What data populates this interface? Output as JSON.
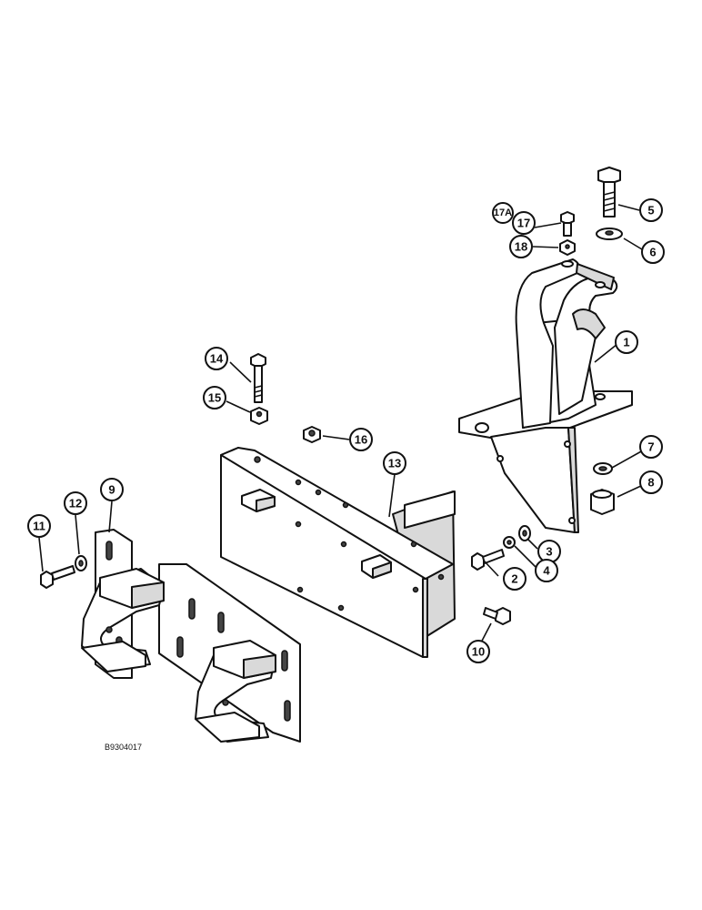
{
  "figure_code": "B9304017",
  "callouts": [
    {
      "label": "1",
      "target": "hitch-bracket"
    },
    {
      "label": "2",
      "target": "bolt"
    },
    {
      "label": "3",
      "target": "washer"
    },
    {
      "label": "4",
      "target": "lock-washer"
    },
    {
      "label": "5",
      "target": "bolt"
    },
    {
      "label": "6",
      "target": "washer"
    },
    {
      "label": "7",
      "target": "lock-washer"
    },
    {
      "label": "8",
      "target": "nut"
    },
    {
      "label": "9",
      "target": "tie-down-bracket"
    },
    {
      "label": "10",
      "target": "bolt"
    },
    {
      "label": "11",
      "target": "bolt"
    },
    {
      "label": "12",
      "target": "washer"
    },
    {
      "label": "13",
      "target": "mounting-plate"
    },
    {
      "label": "14",
      "target": "bolt"
    },
    {
      "label": "15",
      "target": "nut"
    },
    {
      "label": "16",
      "target": "nut"
    },
    {
      "label": "17A",
      "target": "bolt"
    },
    {
      "label": "17",
      "target": "bolt"
    },
    {
      "label": "18",
      "target": "nut"
    }
  ]
}
